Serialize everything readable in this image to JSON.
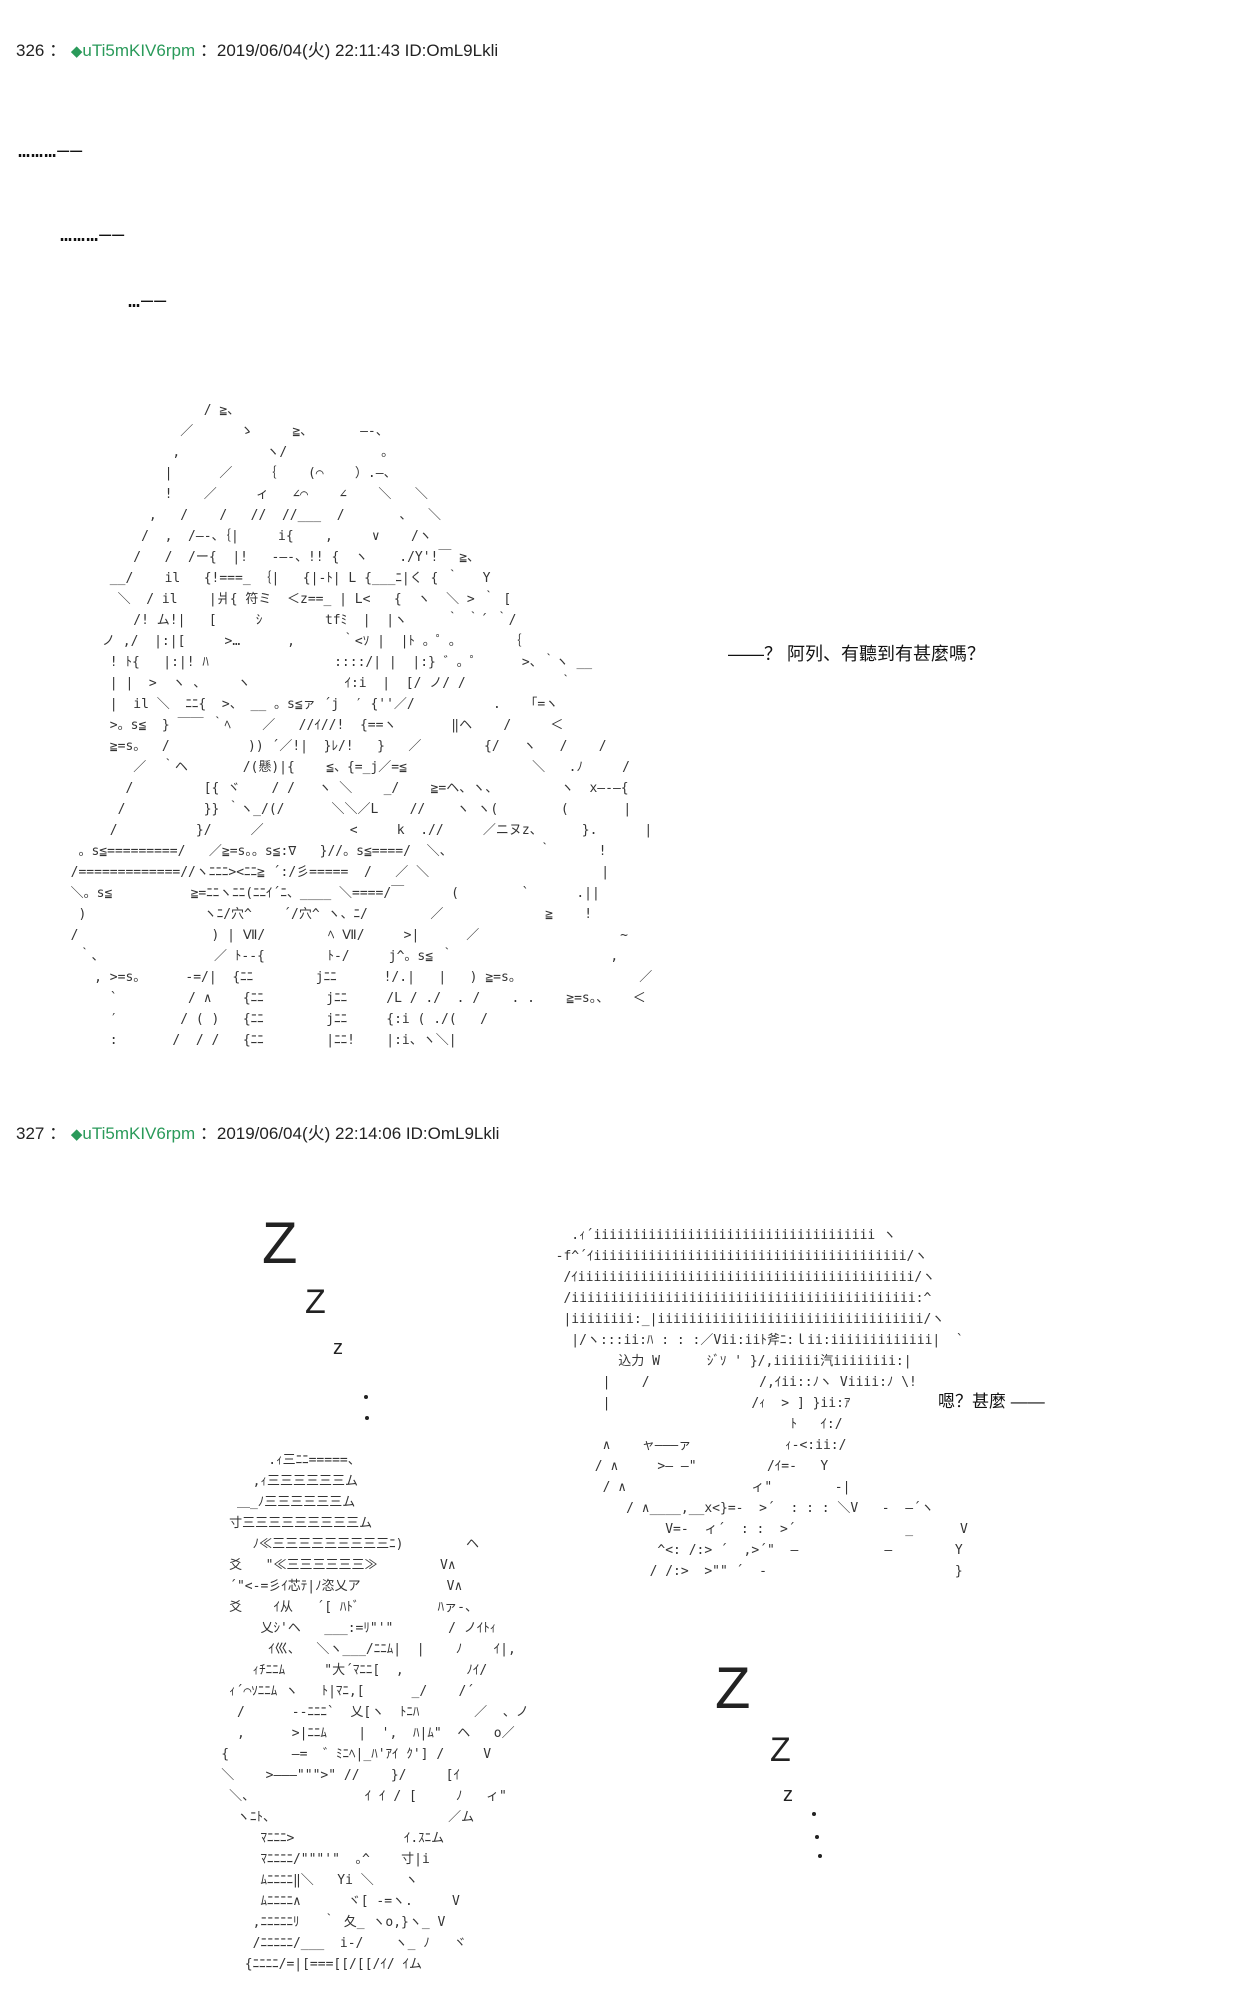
{
  "posts": [
    {
      "number": "326",
      "separator": "：",
      "gem": "◆",
      "trip": "uTi5mKIV6rpm",
      "meta": "：2019/06/04(火) 22:11:43 ID:OmL9Lkli",
      "ellipses": [
        "………——",
        "………——",
        "…——"
      ],
      "dialogue": "——？ 阿列、有聽到有甚麼嗎？"
    },
    {
      "number": "327",
      "separator": "：",
      "gem": "◆",
      "trip": "uTi5mKIV6rpm",
      "meta": "：2019/06/04(火) 22:14:06 ID:OmL9Lkli",
      "dialogue": "嗯？甚麼 ——",
      "sleep_marks": [
        "Z",
        "Z",
        "z",
        "Z",
        "Z",
        "z"
      ]
    }
  ]
}
